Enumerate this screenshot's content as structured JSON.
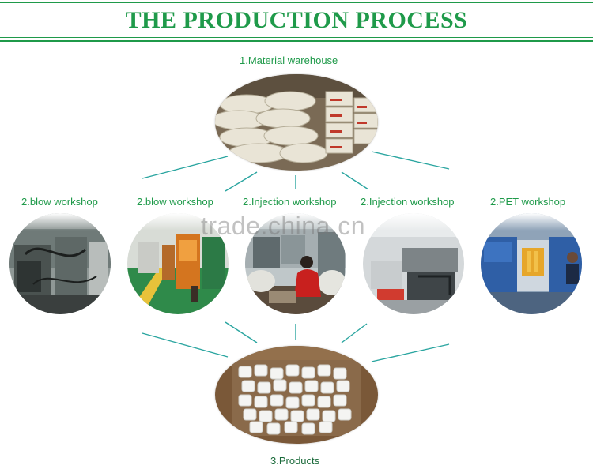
{
  "title": "THE PRODUCTION PROCESS",
  "colors": {
    "accent": "#1f9a4a",
    "connector": "#2aa5a0"
  },
  "steps": {
    "material": "1.Material warehouse",
    "workshops": [
      "2.blow workshop",
      "2.blow workshop",
      "2.Injection workshop",
      "2.Injection workshop",
      "2.PET workshop"
    ],
    "products": "3.Products"
  },
  "watermark": "trade.china.cn"
}
